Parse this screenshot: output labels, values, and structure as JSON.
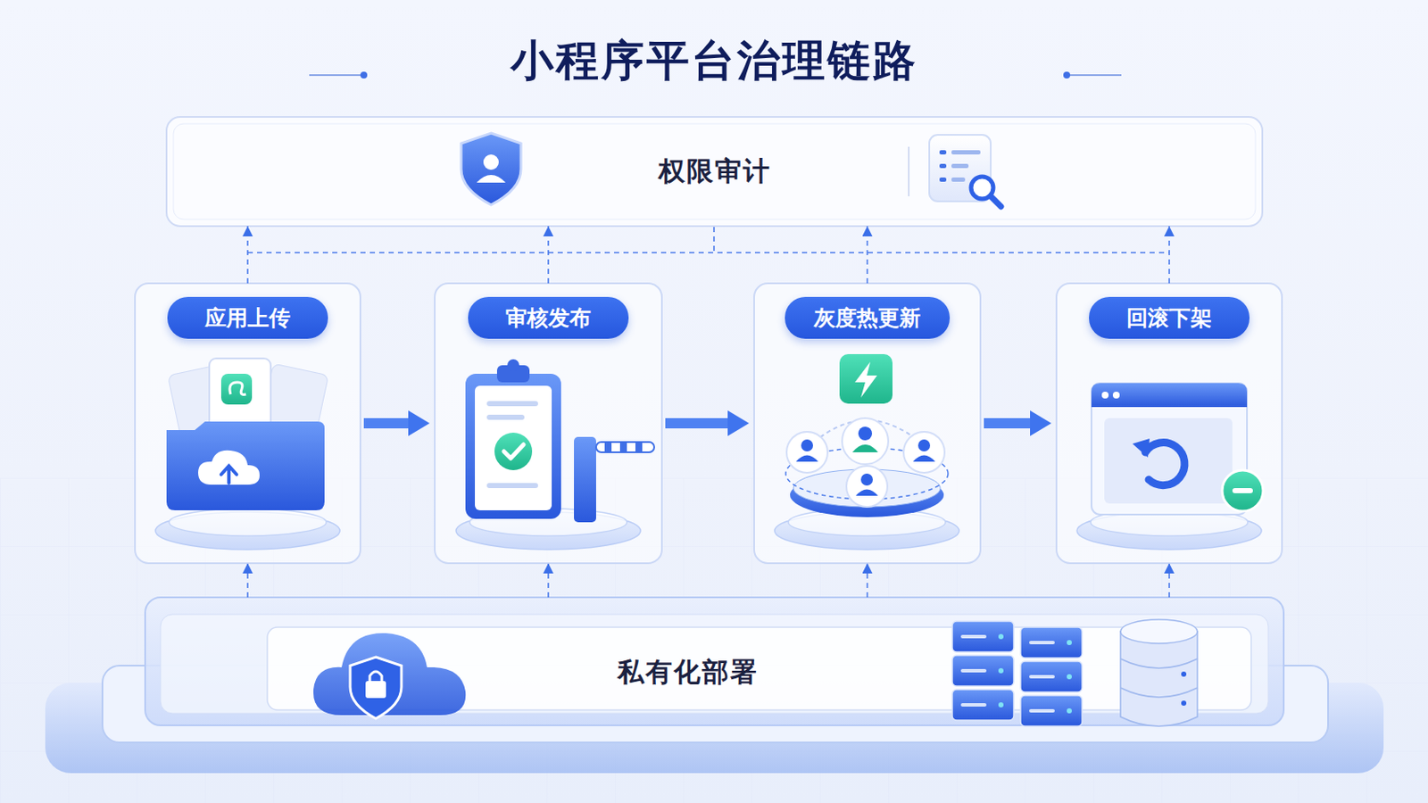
{
  "diagram": {
    "title": "小程序平台治理链路",
    "nodes": [
      {
        "text": [
          "权限审计"
        ]
      },
      {
        "text": [
          "应用上传"
        ]
      },
      {
        "text": [
          "审核发布"
        ]
      },
      {
        "text": [
          "灰度热更新"
        ]
      },
      {
        "text": [
          "回滚下架"
        ]
      },
      {
        "text": [
          "私有化部署"
        ]
      }
    ],
    "edges": [
      {
        "from": 1,
        "to": 2,
        "arrow": "to"
      },
      {
        "from": 2,
        "to": 3,
        "arrow": "to"
      },
      {
        "from": 3,
        "to": 4,
        "arrow": "to"
      },
      {
        "from": 1,
        "to": 0,
        "arrow": "to"
      },
      {
        "from": 2,
        "to": 0,
        "arrow": "to"
      },
      {
        "from": 3,
        "to": 0,
        "arrow": "to"
      },
      {
        "from": 4,
        "to": 0,
        "arrow": "to"
      },
      {
        "from": 5,
        "to": 1,
        "arrow": "to"
      },
      {
        "from": 5,
        "to": 2,
        "arrow": "to"
      },
      {
        "from": 5,
        "to": 3,
        "arrow": "to"
      },
      {
        "from": 5,
        "to": 4,
        "arrow": "to"
      }
    ]
  }
}
